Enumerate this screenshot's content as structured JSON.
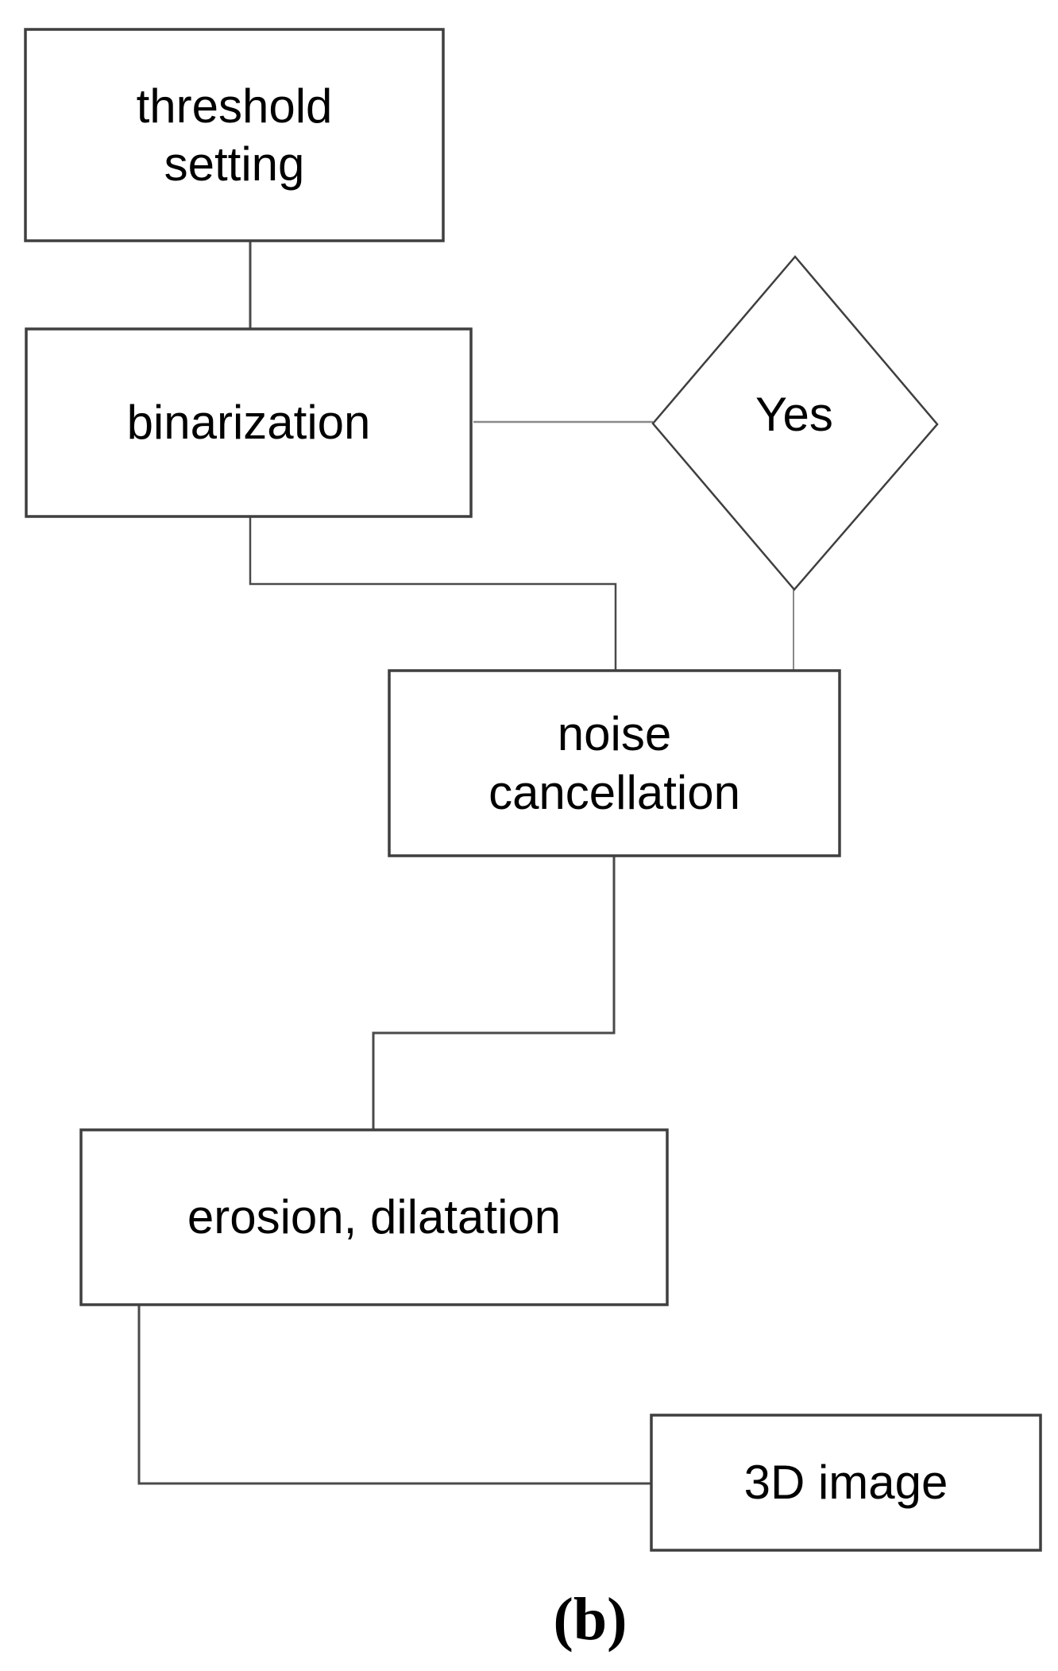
{
  "figure": {
    "caption": {
      "label": "(b)"
    },
    "nodes": {
      "threshold": {
        "line1": "threshold",
        "line2": "setting"
      },
      "binarization": {
        "label": "binarization"
      },
      "decision": {
        "label": "Yes"
      },
      "noise": {
        "line1": "noise",
        "line2": "cancellation"
      },
      "erosion": {
        "label": "erosion, dilatation"
      },
      "output": {
        "label": "3D image"
      }
    },
    "colors": {
      "background": "#ffffff",
      "box_fill": "#ffffff",
      "box_border": "#3f3f3f",
      "connector": "#4a4a4a",
      "connector_light": "#8a8a8a",
      "text": "#000000"
    }
  }
}
